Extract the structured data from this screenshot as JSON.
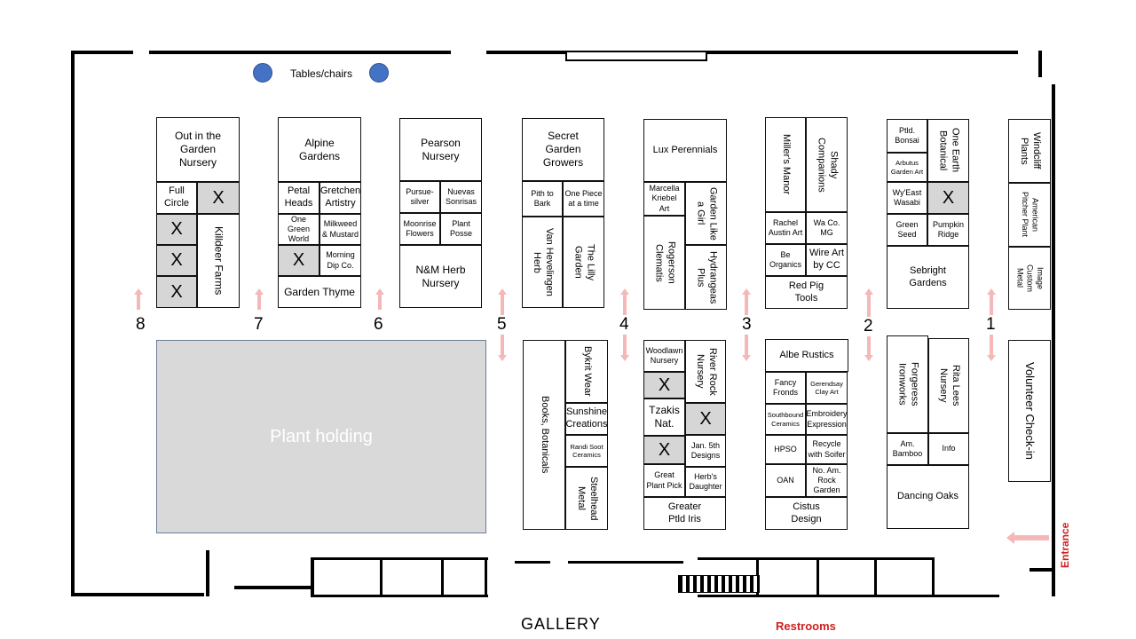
{
  "labels": {
    "tables": "Tables/chairs",
    "gallery": "GALLERY",
    "restrooms": "Restrooms",
    "entrance": "Entrance",
    "plant_holding": "Plant holding"
  },
  "colors": {
    "accent_red": "#d01f1f",
    "arrow_pink": "#f4b8b8",
    "table_blue": "#4472c4",
    "gray_booth": "#d6d6d6"
  },
  "aisles": [
    "8",
    "7",
    "6",
    "5",
    "4",
    "3",
    "2",
    "1"
  ],
  "booths": {
    "out_in_garden": "Out in the\nGarden\nNursery",
    "full_circle": "Full\nCircle",
    "killdeer": "Killdeer Farms",
    "alpine": "Alpine\nGardens",
    "petal_heads": "Petal\nHeads",
    "gretchen": "Gretchen\nArtistry",
    "one_green": "One Green\nWorld",
    "milkweed": "Milkweed\n& Mustard",
    "morning_dip": "Morning\nDip Co.",
    "garden_thyme": "Garden Thyme",
    "pearson": "Pearson\nNursery",
    "pursuesilver": "Pursue-\nsilver",
    "nuevas": "Nuevas\nSonrisas",
    "moonrise": "Moonrise\nFlowers",
    "plant_posse": "Plant\nPosse",
    "nm_herb": "N&M Herb\nNursery",
    "secret_garden": "Secret\nGarden\nGrowers",
    "pith": "Pith to\nBark",
    "one_piece": "One Piece\nat a time",
    "van_hevelingen": "Van Hevelingen\nHerb",
    "lilly_garden": "The Lilly\nGarden",
    "books": "Books, Botanicals",
    "bykrit": "Bykrit Wear",
    "sunshine": "Sunshine\nCreations",
    "randi_soot": "Randi Soot\nCeramics",
    "steelhead": "Steelhead\nMetal",
    "lux": "Lux Perennials",
    "marcella": "Marcella\nKriebel\nArt",
    "garden_like": "Garden Like\na Girl",
    "rogerson": "Rogerson\nClematis",
    "hydrangeas": "Hydrangeas\nPlus",
    "woodlawn": "Woodlawn\nNursery",
    "river_rock": "River Rock\nNursery",
    "tzakis": "Tzakis\nNat.",
    "jan5": "Jan. 5th\nDesigns",
    "great_plant": "Great\nPlant Pick",
    "herbs_daughter": "Herb's\nDaughter",
    "greater_ptld": "Greater\nPtld Iris",
    "millers": "Miller's Manor",
    "shady": "Shady\nCompanions",
    "rachel": "Rachel\nAustin Art",
    "waco": "Wa Co.\nMG",
    "be_organics": "Be\nOrganics",
    "wire_art": "Wire Art\nby CC",
    "red_pig": "Red Pig\nTools",
    "albe": "Albe Rustics",
    "fancy": "Fancy\nFronds",
    "gerendsay": "Gerendsay\nClay Art",
    "southbound": "Southbound\nCeramics",
    "embroidery": "Embroidery\nExpression",
    "hpso": "HPSO",
    "recycle": "Recycle\nwith Soifer",
    "oan": "OAN",
    "no_am_rock": "No. Am.\nRock\nGarden",
    "cistus": "Cistus\nDesign",
    "ptld_bonsai": "Ptld.\nBonsai",
    "one_earth": "One Earth\nBotanical",
    "arbutus": "Arbutus\nGarden Art",
    "wyeast": "Wy'East\nWasabi",
    "green_seed": "Green\nSeed",
    "pumpkin": "Pumpkin\nRidge",
    "sebright": "Sebright\nGardens",
    "forgeress": "Forgeress\nIronworks",
    "rita_lees": "Rita Lees\nNursery",
    "am_bamboo": "Am.\nBamboo",
    "info": "Info",
    "dancing_oaks": "Dancing Oaks",
    "windcliff": "Windcliff\nPlants",
    "american_pitcher": "American\nPitcher Plant",
    "image_custom": "Image\nCustom\nMetal",
    "volunteer": "Volunteer Check-in",
    "x_mark": "X"
  }
}
